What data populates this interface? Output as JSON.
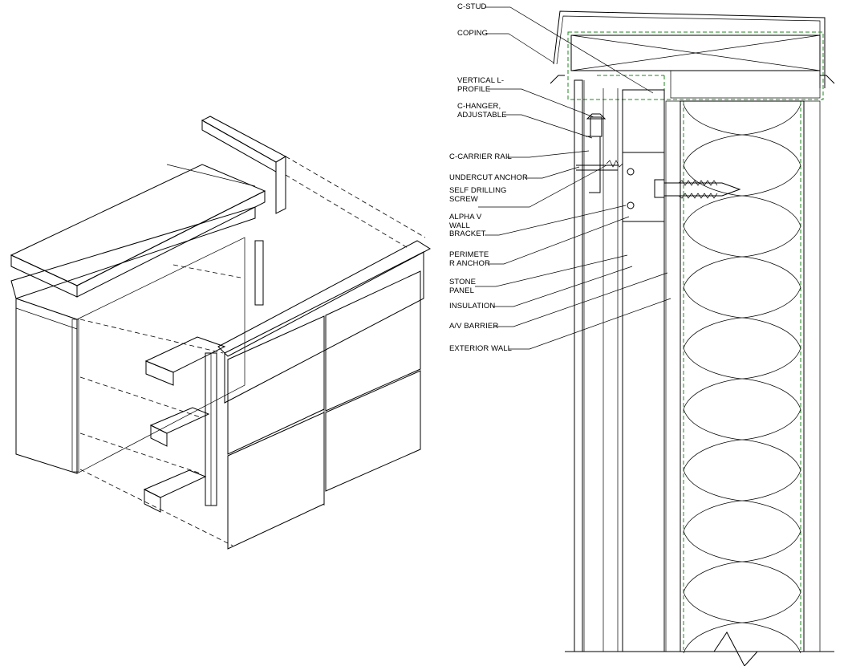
{
  "callouts": [
    {
      "id": "c-stud",
      "text": "C-STUD"
    },
    {
      "id": "coping",
      "text": "COPING"
    },
    {
      "id": "vertical-l-profile",
      "text": "VERTICAL L-\nPROFILE"
    },
    {
      "id": "c-hanger",
      "text": "C-HANGER,\nADJUSTABLE"
    },
    {
      "id": "c-carrier-rail",
      "text": "C-CARRIER RAIL"
    },
    {
      "id": "undercut-anchor",
      "text": "UNDERCUT ANCHOR"
    },
    {
      "id": "self-drilling-screw",
      "text": "SELF DRILLING\nSCREW"
    },
    {
      "id": "alpha-v-wall-bracket",
      "text": "ALPHA V\nWALL\nBRACKET"
    },
    {
      "id": "perimeter-anchor",
      "text": "PERIMETE\nR ANCHOR"
    },
    {
      "id": "stone-panel",
      "text": "STONE\nPANEL"
    },
    {
      "id": "insulation",
      "text": "INSULATION"
    },
    {
      "id": "av-barrier",
      "text": "A/V BARRIER"
    },
    {
      "id": "exterior-wall",
      "text": "EXTERIOR WALL"
    }
  ],
  "colors": {
    "line": "#000000",
    "dashed_outline": "#1f8a1f",
    "stone_texture": "#9a9a9a",
    "dark_profile": "#6e6e6e"
  }
}
